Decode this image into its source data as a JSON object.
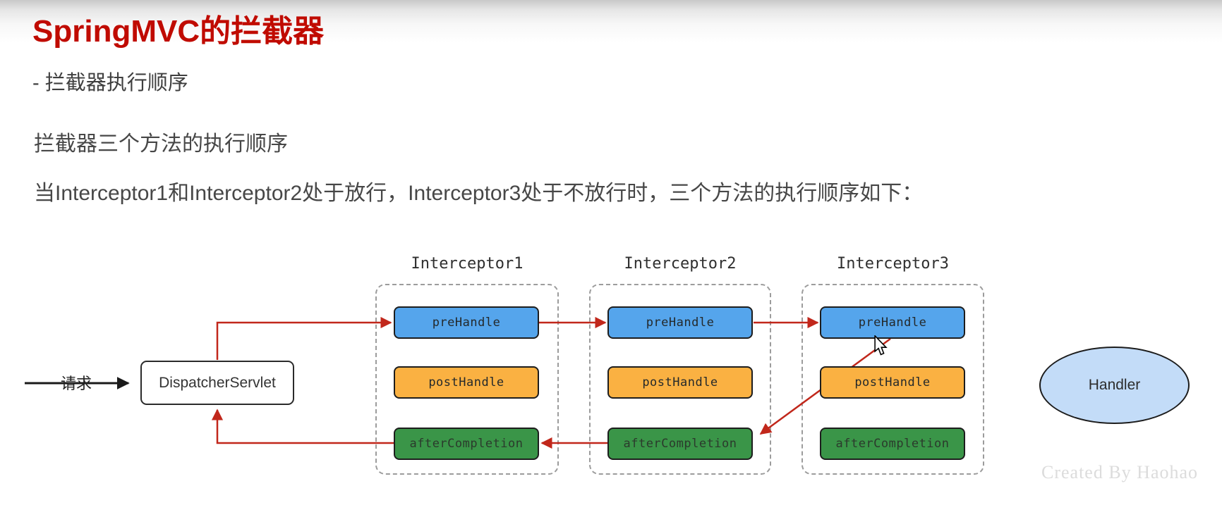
{
  "header": {
    "title": "SpringMVC的拦截器",
    "bullet": "- 拦截器执行顺序",
    "subtitle": "拦截器三个方法的执行顺序",
    "description": "当Interceptor1和Interceptor2处于放行，Interceptor3处于不放行时，三个方法的执行顺序如下："
  },
  "diagram": {
    "request_label": "请求",
    "dispatcher_label": "DispatcherServlet",
    "handler_label": "Handler",
    "interceptors": [
      {
        "name": "Interceptor1",
        "methods": [
          "preHandle",
          "postHandle",
          "afterCompletion"
        ]
      },
      {
        "name": "Interceptor2",
        "methods": [
          "preHandle",
          "postHandle",
          "afterCompletion"
        ]
      },
      {
        "name": "Interceptor3",
        "methods": [
          "preHandle",
          "postHandle",
          "afterCompletion"
        ]
      }
    ],
    "colors": {
      "preHandle": "#55a5ec",
      "postHandle": "#fab142",
      "afterCompletion": "#3a9548",
      "flow_arrow": "#c1271b",
      "request_arrow": "#1a1a1a",
      "title_red": "#c00b00",
      "handler_fill": "#c3dcf8"
    }
  },
  "watermark": "Created By Haohao"
}
